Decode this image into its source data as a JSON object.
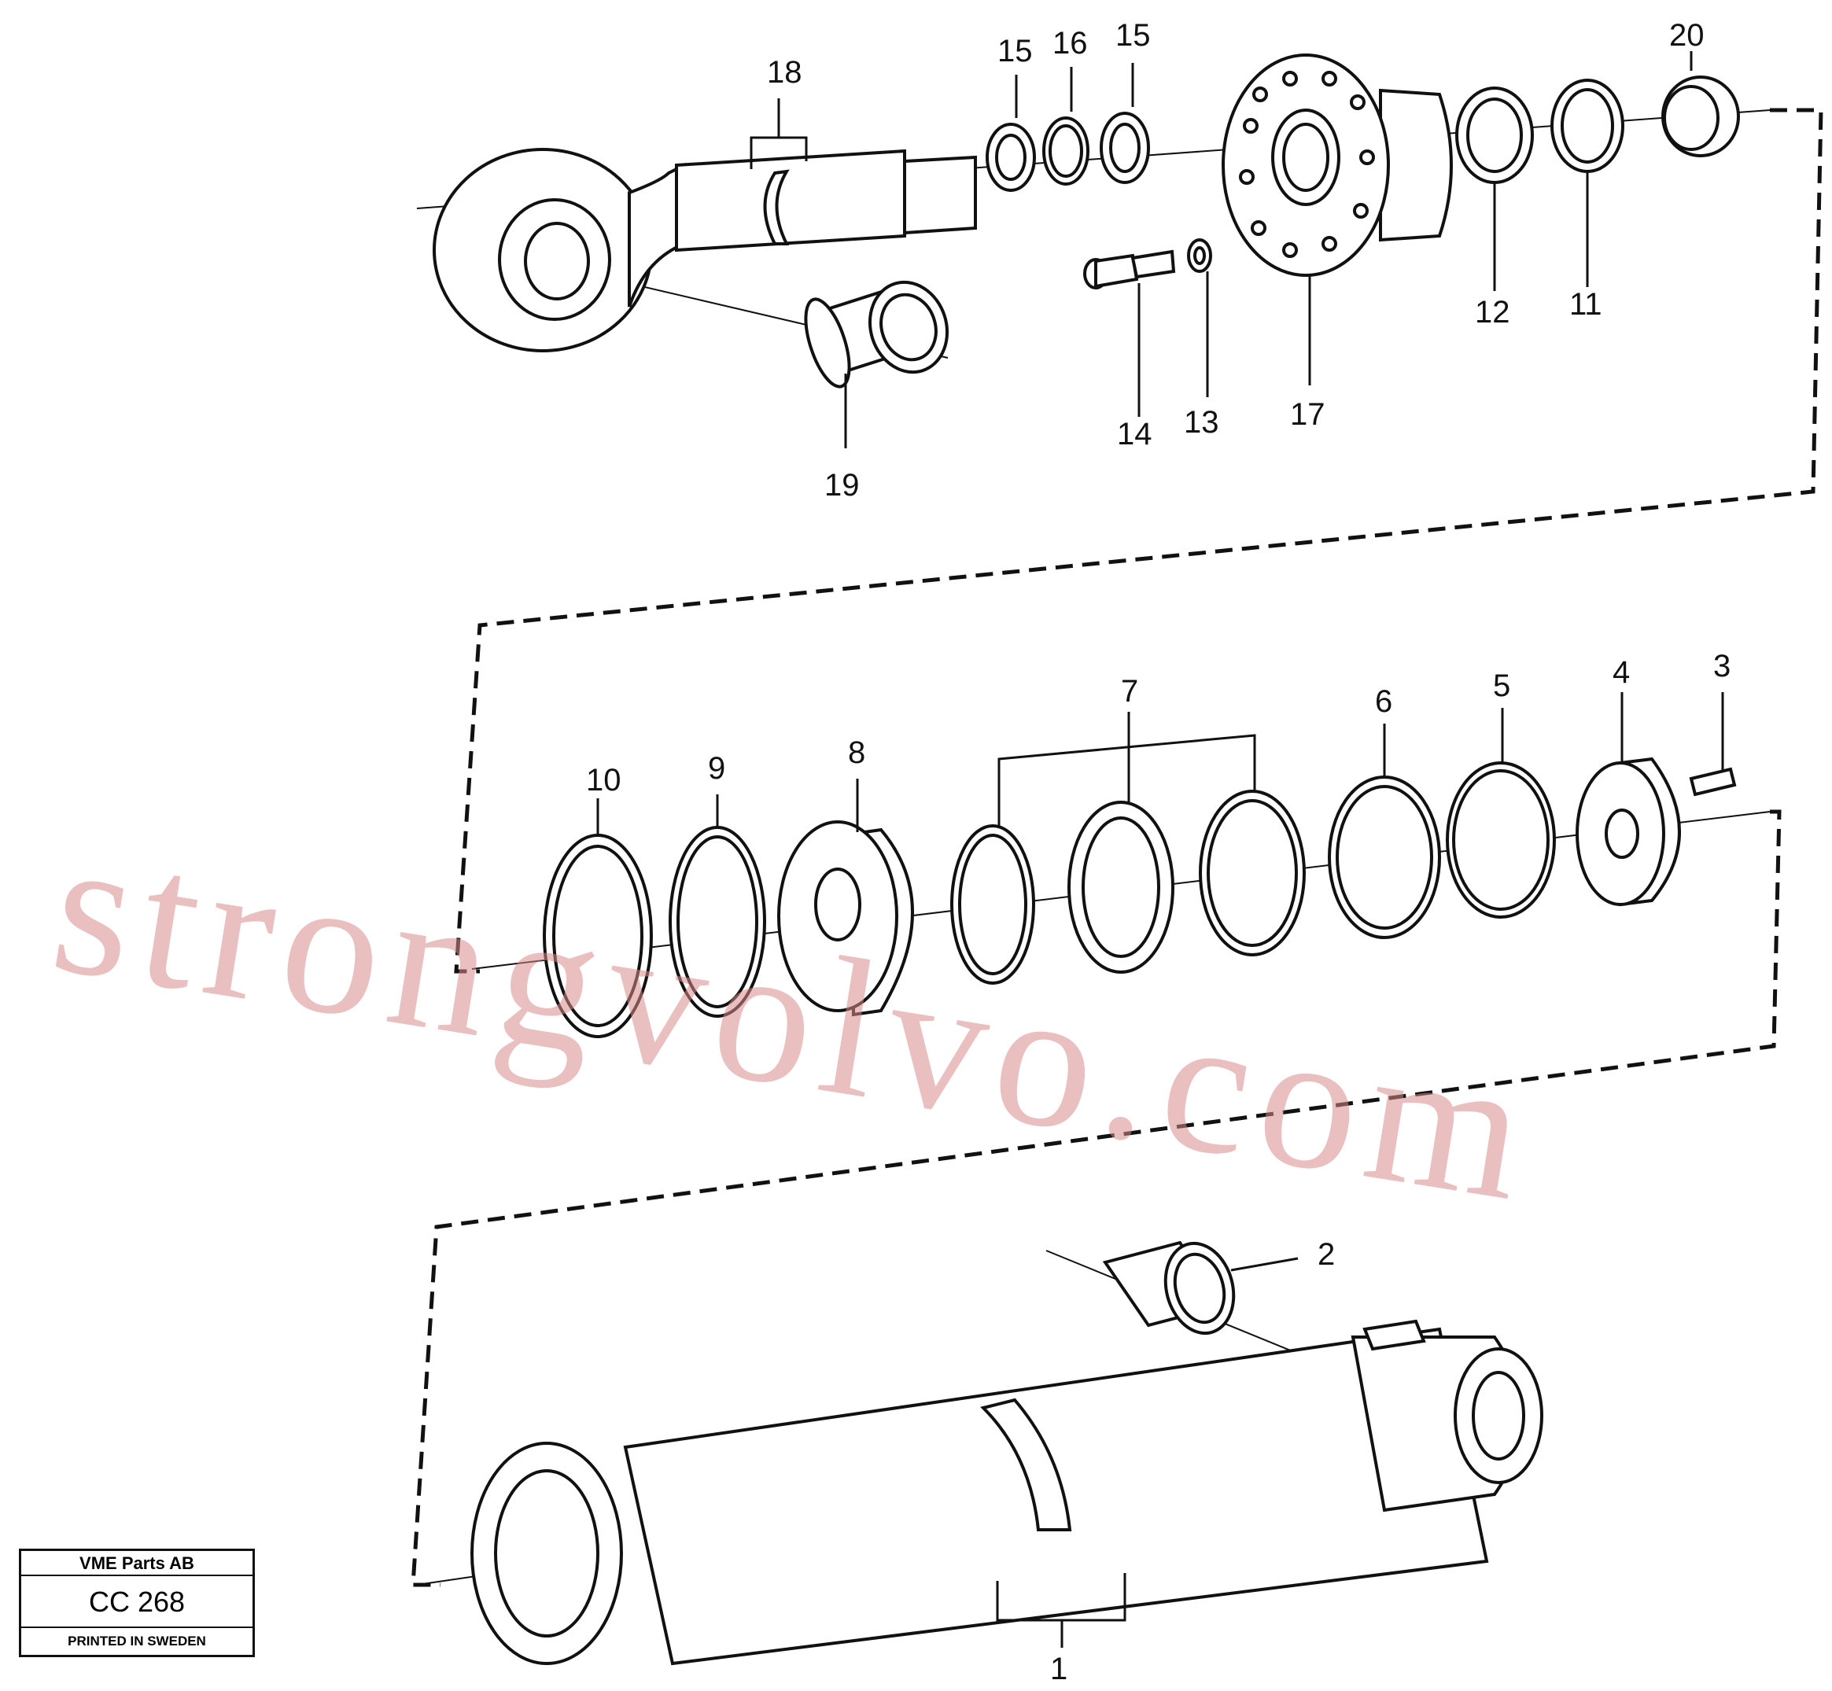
{
  "watermark": "strongvolvo.com",
  "stamp": {
    "company": "VME Parts AB",
    "code": "CC 268",
    "printed": "PRINTED IN SWEDEN"
  },
  "callouts": [
    {
      "id": "c18",
      "label": "18"
    },
    {
      "id": "c15a",
      "label": "15"
    },
    {
      "id": "c16",
      "label": "16"
    },
    {
      "id": "c15b",
      "label": "15"
    },
    {
      "id": "c20",
      "label": "20"
    },
    {
      "id": "c12",
      "label": "12"
    },
    {
      "id": "c11",
      "label": "11"
    },
    {
      "id": "c14",
      "label": "14"
    },
    {
      "id": "c13",
      "label": "13"
    },
    {
      "id": "c17",
      "label": "17"
    },
    {
      "id": "c19",
      "label": "19"
    },
    {
      "id": "c10",
      "label": "10"
    },
    {
      "id": "c9",
      "label": "9"
    },
    {
      "id": "c8",
      "label": "8"
    },
    {
      "id": "c7",
      "label": "7"
    },
    {
      "id": "c6",
      "label": "6"
    },
    {
      "id": "c5",
      "label": "5"
    },
    {
      "id": "c4",
      "label": "4"
    },
    {
      "id": "c3",
      "label": "3"
    },
    {
      "id": "c2",
      "label": "2"
    },
    {
      "id": "c1",
      "label": "1"
    }
  ]
}
